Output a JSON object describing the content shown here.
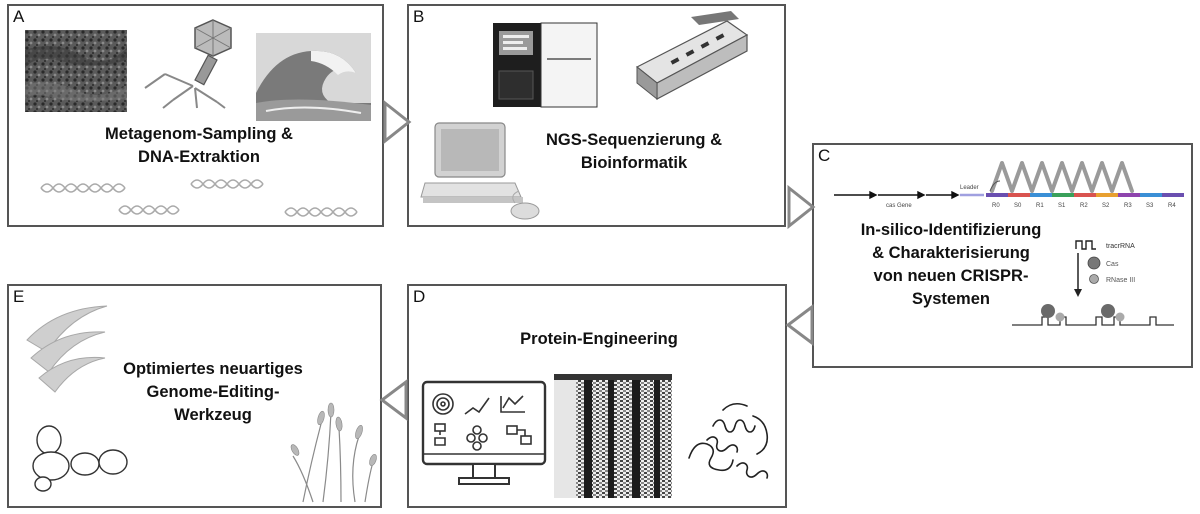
{
  "panels": {
    "A": {
      "letter": "A",
      "title_lines": [
        "Metagenom-Sampling &",
        "DNA-Extraktion"
      ]
    },
    "B": {
      "letter": "B",
      "title_lines": [
        "NGS-Sequenzierung &",
        "Bioinformatik"
      ]
    },
    "C": {
      "letter": "C",
      "title_lines": [
        "In-silico-Identifizierung",
        "& Charakterisierung",
        "von neuen CRISPR-",
        "Systemen"
      ]
    },
    "D": {
      "letter": "D",
      "title_lines": [
        "Protein-Engineering"
      ]
    },
    "E": {
      "letter": "E",
      "title_lines": [
        "Optimiertes neuartiges",
        "Genome-Editing-",
        "Werkzeug"
      ]
    }
  },
  "crispr_array": {
    "gene_label": "cas Gene",
    "leader_label": "Leader",
    "elements": [
      "R0",
      "S0",
      "R1",
      "S1",
      "R2",
      "S2",
      "R3",
      "S3",
      "R4"
    ],
    "element_colors": [
      "#6a4fb0",
      "#d9534f",
      "#3a8fd6",
      "#3aa05a",
      "#d9534f",
      "#e8a030",
      "#8e44ad",
      "#3a8fd6",
      "#6a4fb0"
    ]
  },
  "processing_legend": {
    "tracr": "tracrRNA",
    "cas": "Cas",
    "rnase": "RNase III"
  }
}
